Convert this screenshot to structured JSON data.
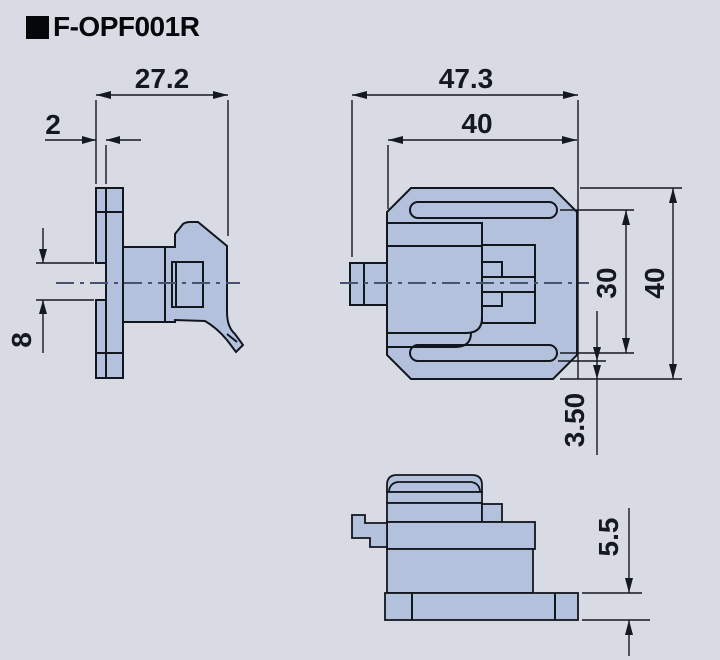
{
  "title": {
    "model": "F-OPF001R"
  },
  "views": {
    "side_view": {
      "dims": {
        "overall_depth": "27.2",
        "plate_thickness": "2",
        "slot_height": "8"
      }
    },
    "front_view": {
      "dims": {
        "overall_width": "47.3",
        "mount_width": "40",
        "slot_spacing": "30",
        "overall_height": "40",
        "slot_width": "3.50"
      }
    },
    "top_view": {
      "dims": {
        "base_thickness": "5.5"
      }
    }
  },
  "colors": {
    "background": "#d9dbe4",
    "part_fill": "#b4c1dd",
    "outline": "#12161d",
    "centerline": "#46536e",
    "dimension_text": "#14181f",
    "title_text": "#05070a"
  }
}
